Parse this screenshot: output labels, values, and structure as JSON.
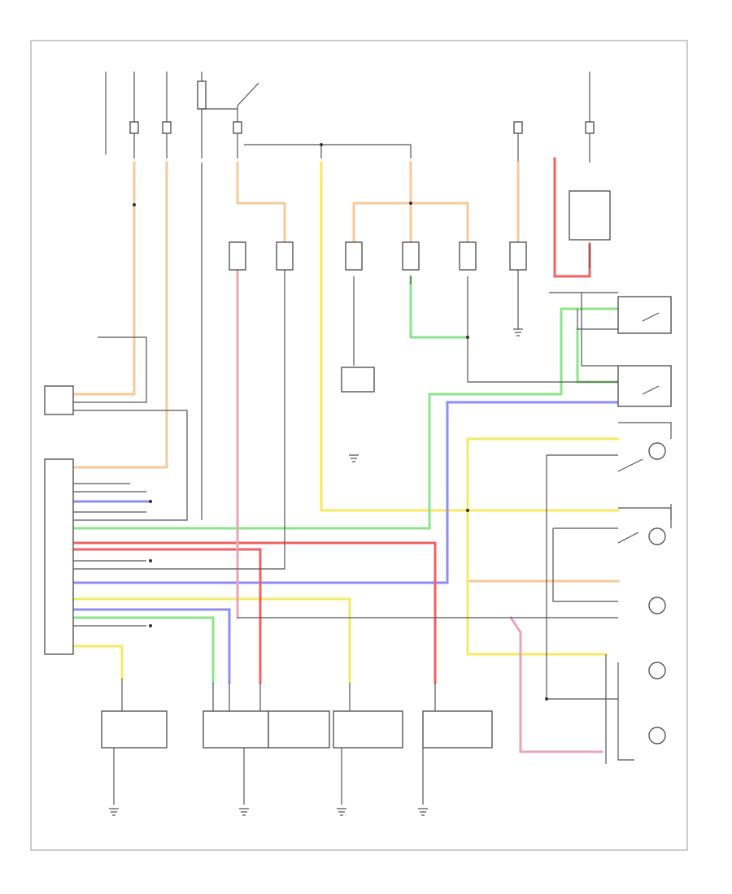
{
  "diagram": {
    "corner_code": "",
    "colors": {
      "orange": "#f7c99a",
      "yellow": "#f5ea66",
      "green": "#8ee38e",
      "blue": "#8e8ef5",
      "red": "#f06262",
      "pink": "#e9a6b4",
      "gray": "#b9b9b9",
      "dark": "#333333"
    },
    "components": [
      "module-left",
      "switch-1",
      "switch-2",
      "switch-3",
      "switch-4",
      "switch-5",
      "heater-switch",
      "relay-module",
      "seat-switch-1",
      "seat-switch-2",
      "seat-switch-3",
      "seat-switch-4",
      "lamp-1",
      "lamp-2",
      "lamp-3",
      "lamp-4",
      "lamp-5"
    ],
    "grounds": [
      "ground-1",
      "ground-2",
      "ground-3",
      "ground-4",
      "ground-5",
      "ground-6"
    ]
  }
}
